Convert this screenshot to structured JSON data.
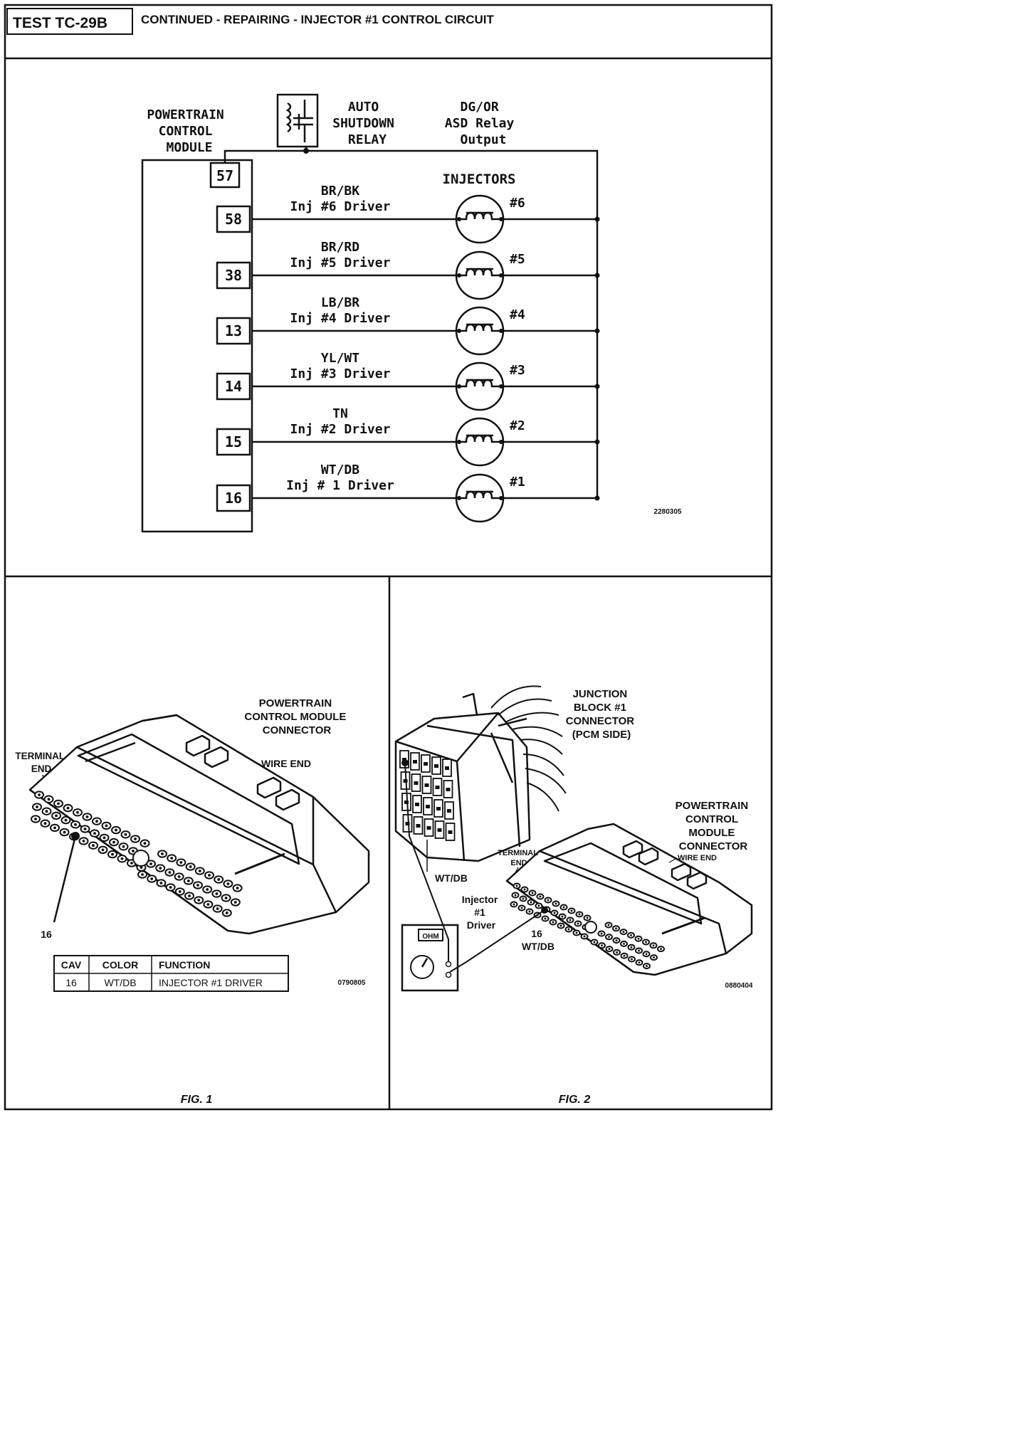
{
  "header": {
    "test_id": "TEST TC-29B",
    "title": "CONTINUED - REPAIRING - INJECTOR #1 CONTROL CIRCUIT"
  },
  "schematic": {
    "pcm_label": [
      "POWERTRAIN",
      "CONTROL",
      "MODULE"
    ],
    "relay_label": [
      "AUTO",
      "SHUTDOWN",
      "RELAY"
    ],
    "asd_label": [
      "DG/OR",
      "ASD Relay",
      "Output"
    ],
    "injectors_label": "INJECTORS",
    "asd_pin": "57",
    "drivers": [
      {
        "pin": "58",
        "color": "BR/BK",
        "name": "Inj #6 Driver",
        "injector": "#6"
      },
      {
        "pin": "38",
        "color": "BR/RD",
        "name": "Inj #5 Driver",
        "injector": "#5"
      },
      {
        "pin": "13",
        "color": "LB/BR",
        "name": "Inj #4 Driver",
        "injector": "#4"
      },
      {
        "pin": "14",
        "color": "YL/WT",
        "name": "Inj #3 Driver",
        "injector": "#3"
      },
      {
        "pin": "15",
        "color": "TN",
        "name": "Inj #2 Driver",
        "injector": "#2"
      },
      {
        "pin": "16",
        "color": "WT/DB",
        "name": "Inj # 1 Driver",
        "injector": "#1"
      }
    ],
    "part_number": "2280305"
  },
  "fig1": {
    "connector_label": [
      "POWERTRAIN",
      "CONTROL MODULE",
      "CONNECTOR"
    ],
    "terminal_end": [
      "TERMINAL",
      "END"
    ],
    "wire_end": "WIRE  END",
    "cavity_callout": "16",
    "table": {
      "headers": [
        "CAV",
        "COLOR",
        "FUNCTION"
      ],
      "rows": [
        [
          "16",
          "WT/DB",
          "INJECTOR #1 DRIVER"
        ]
      ]
    },
    "part_number": "0790805",
    "caption": "FIG. 1"
  },
  "fig2": {
    "junction_label": [
      "JUNCTION",
      "BLOCK #1",
      "CONNECTOR",
      "(PCM SIDE)"
    ],
    "pcm_label": [
      "POWERTRAIN",
      "CONTROL",
      "MODULE",
      "CONNECTOR"
    ],
    "terminal_end": [
      "TERMINAL",
      "END"
    ],
    "wire_end": "WIRE  END",
    "wire_color": "WT/DB",
    "injector_label": [
      "Injector",
      "#1",
      "Driver"
    ],
    "cavity_callout": [
      "16",
      "WT/DB"
    ],
    "meter_display": "OHM",
    "part_number": "0880404",
    "caption": "FIG. 2"
  }
}
